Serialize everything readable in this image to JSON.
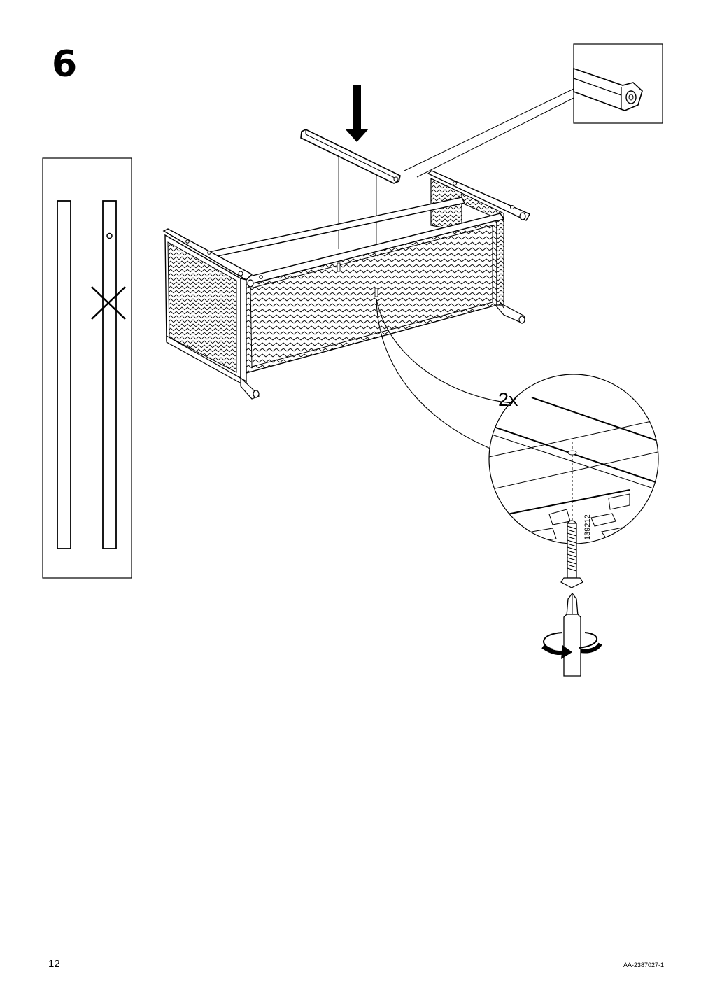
{
  "step": {
    "number": "6"
  },
  "callout": {
    "quantity": "2x",
    "part_number": "139212"
  },
  "footer": {
    "page_number": "12",
    "doc_code": "AA-2387027-1"
  },
  "icons": [
    "down-arrow-icon",
    "cross-icon",
    "screwdriver-icon",
    "rotation-arrow-icon"
  ]
}
